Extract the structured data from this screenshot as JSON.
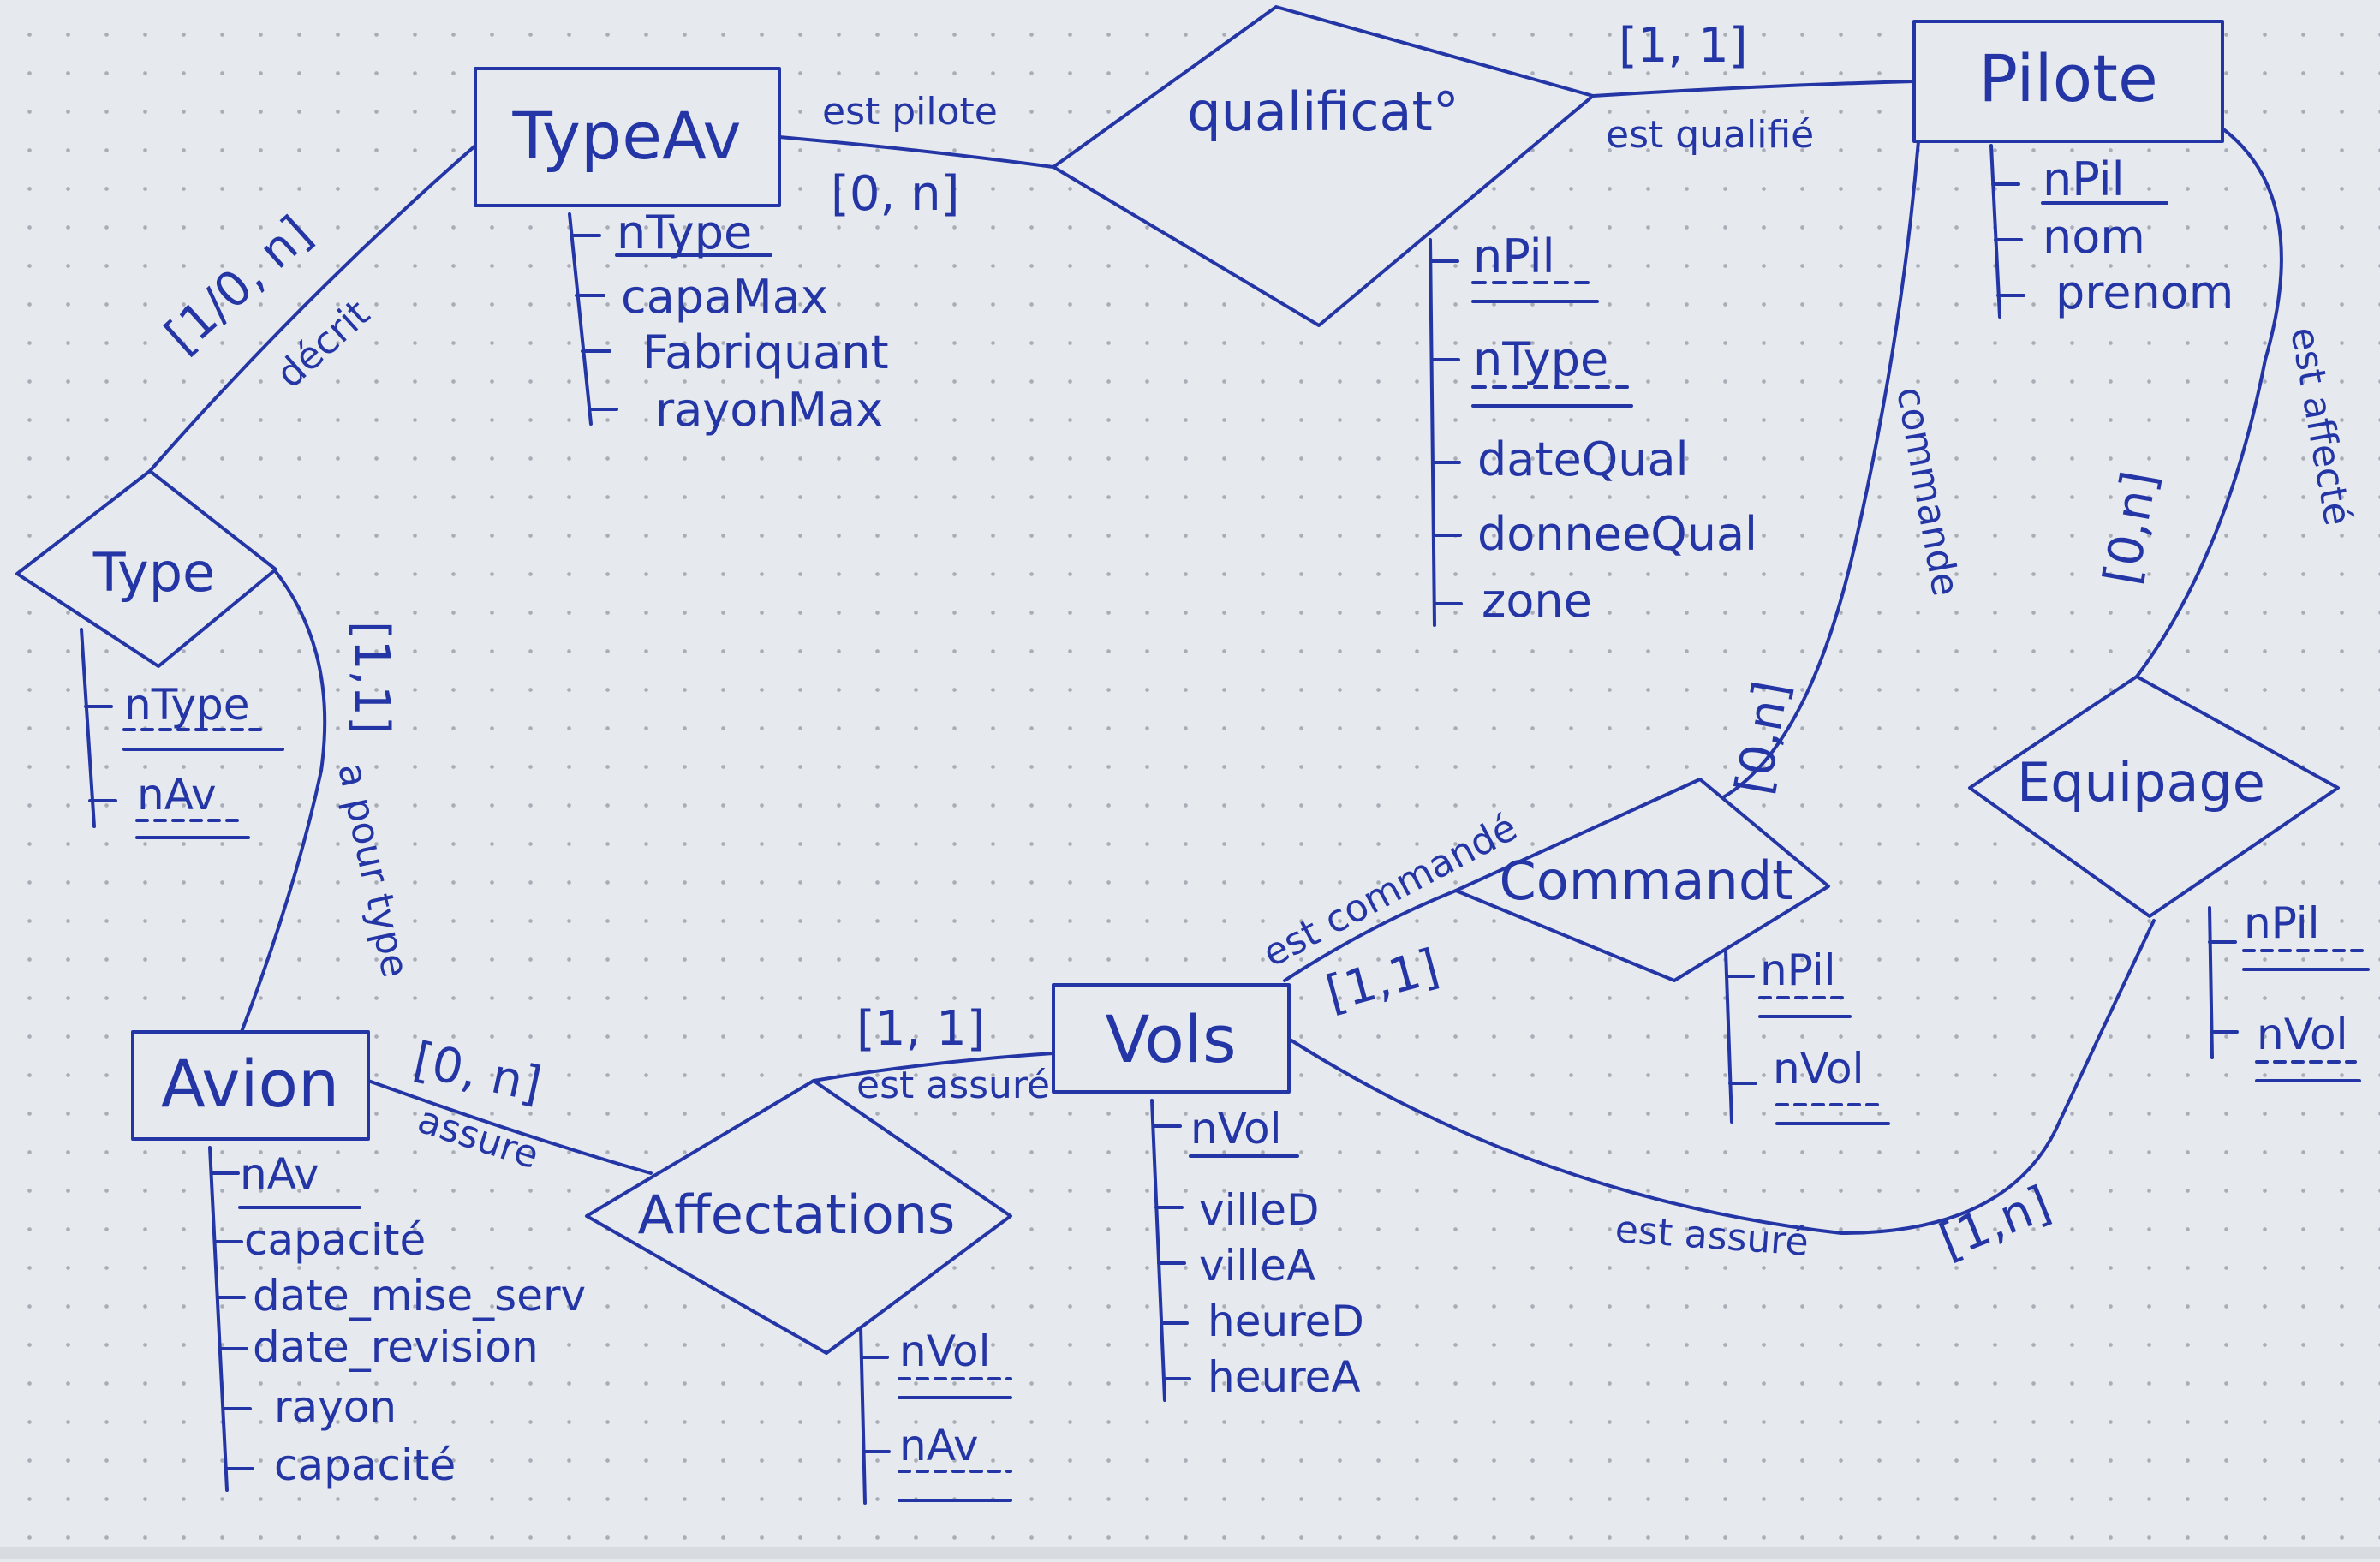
{
  "entities": {
    "typeav": {
      "name": "TypeAv",
      "attributes": [
        "nType",
        "capaMax",
        "Fabriquant",
        "rayonMax"
      ],
      "key": "nType"
    },
    "pilote": {
      "name": "Pilote",
      "attributes": [
        "nPil",
        "nom",
        "prenom"
      ],
      "key": "nPil"
    },
    "avion": {
      "name": "Avion",
      "attributes": [
        "nAv",
        "capacité",
        "date_mise_serv",
        "date_revision",
        "rayon",
        "capacité"
      ],
      "key": "nAv"
    },
    "vols": {
      "name": "Vols",
      "attributes": [
        "nVol",
        "villeD",
        "villeA",
        "heureD",
        "heureA"
      ],
      "key": "nVol"
    }
  },
  "relations": {
    "qualificat": {
      "name": "qualificat°",
      "attributes": [
        "nPil",
        "nType",
        "dateQual",
        "donneeQual",
        "zone"
      ],
      "keys": [
        "nPil",
        "nType"
      ]
    },
    "type": {
      "name": "Type",
      "attributes": [
        "nType",
        "nAv"
      ],
      "keys": [
        "nType",
        "nAv"
      ]
    },
    "affectations": {
      "name": "Affectations",
      "attributes": [
        "nVol",
        "nAv"
      ],
      "keys": [
        "nVol",
        "nAv"
      ]
    },
    "commandt": {
      "name": "Commandt",
      "attributes": [
        "nPil",
        "nVol"
      ],
      "keys": [
        "nPil",
        "nVol"
      ]
    },
    "equipage": {
      "name": "Equipage",
      "attributes": [
        "nPil",
        "nVol"
      ],
      "keys": [
        "nPil",
        "nVol"
      ]
    }
  },
  "links": {
    "typeav_qualif": {
      "role": "est pilote",
      "card": "[0, n]"
    },
    "pilote_qualif": {
      "role": "est qualifié",
      "card": "[1, 1]"
    },
    "typeav_type": {
      "role": "décrit",
      "card": "[1/0, n]"
    },
    "avion_type": {
      "role": "a pour type",
      "card": "[1,1]"
    },
    "avion_affect": {
      "role": "assure",
      "card": "[0, n]"
    },
    "vols_affect": {
      "role": "est assuré",
      "card": "[1, 1]"
    },
    "vols_commandt": {
      "role": "est commandé",
      "card": "[1,1]"
    },
    "pilote_commandt": {
      "role": "commande",
      "card": "[0,n]"
    },
    "pilote_equipage": {
      "role": "est affecté",
      "card": "[0,n]"
    },
    "vols_equipage": {
      "role": "est assuré",
      "card": "[1,n]"
    }
  },
  "colors": {
    "ink": "#2436a6",
    "paper": "#e6e9ee",
    "dots": "#a9adb6"
  }
}
